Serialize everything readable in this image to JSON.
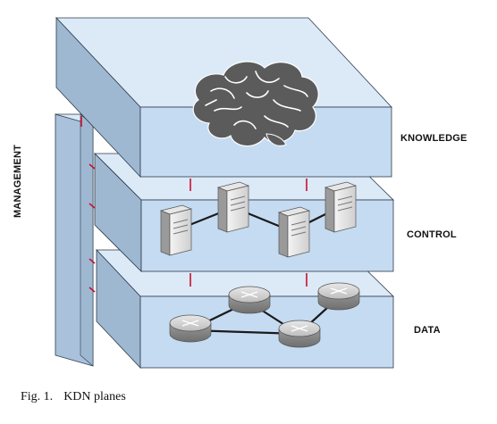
{
  "planes": {
    "knowledge": "KNOWLEDGE",
    "control": "CONTROL",
    "data": "DATA",
    "management": "MANAGEMENT"
  },
  "caption": {
    "fig": "Fig. 1.",
    "text": "KDN planes"
  },
  "icons": {
    "knowledge": "brain-icon",
    "control": "server-icon",
    "data": "router-icon"
  },
  "colors": {
    "plane_front": "#c5dbf1",
    "plane_top": "#dce9f7",
    "plane_side": "#9fb8d2",
    "link_red": "#c8102e",
    "brain": "#5b5b5b",
    "outline": "#2b3a4a"
  }
}
